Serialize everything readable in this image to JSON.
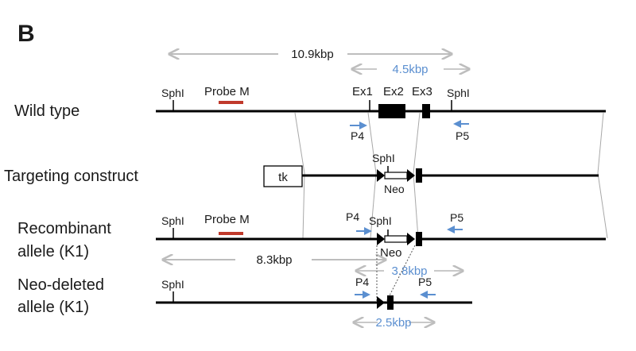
{
  "panel_label": "B",
  "rows": {
    "wildtype": "Wild type",
    "targeting": "Targeting construct",
    "recombinant": [
      "Recombinant",
      "allele (K1)"
    ],
    "neo_deleted": [
      "Neo-deleted",
      "allele (K1)"
    ]
  },
  "labels": {
    "sphi": "SphI",
    "probe": "Probe M",
    "ex1": "Ex1",
    "ex2": "Ex2",
    "ex3": "Ex3",
    "p4": "P4",
    "p5": "P5",
    "tk": "tk",
    "neo": "Neo"
  },
  "dimensions": {
    "wt_sphi": "10.9kbp",
    "wt_pcr": "4.5kbp",
    "rec_sphi": "8.3kbp",
    "rec_pcr": "3.8kbp",
    "neo_pcr": "2.5kbp"
  },
  "colors": {
    "line": "#000000",
    "probe": "#c0392b",
    "primer": "#5b8fd0",
    "dimension_arrow": "#bdbdbd",
    "pcr_text": "#5b8fd0"
  }
}
